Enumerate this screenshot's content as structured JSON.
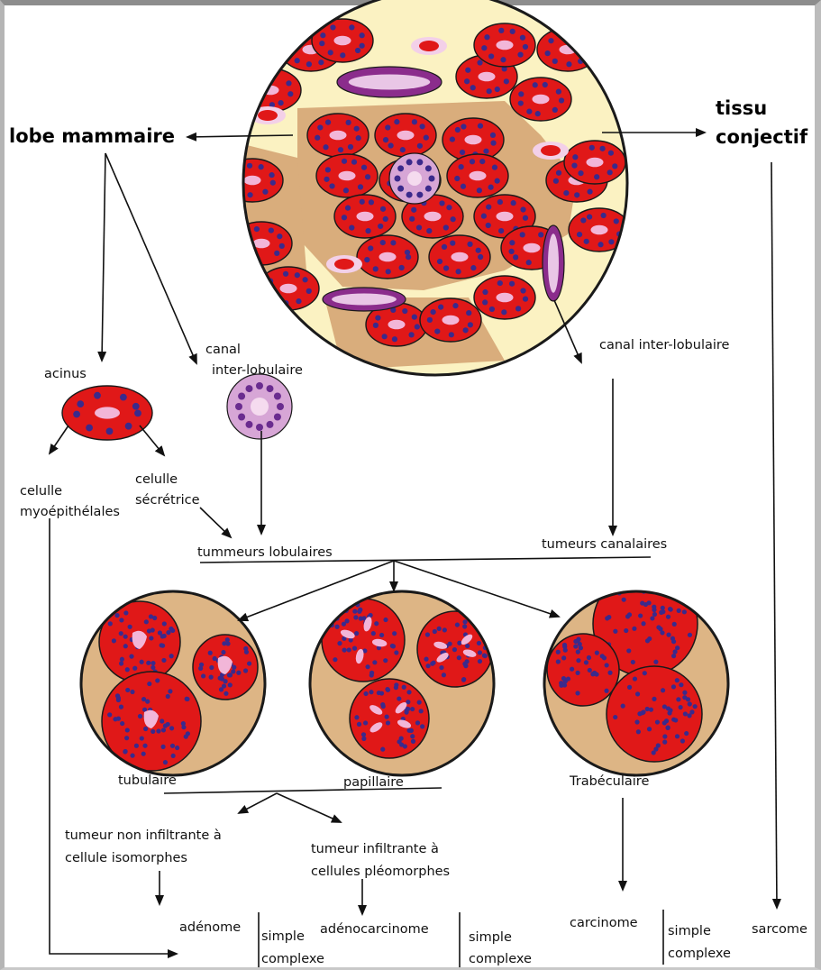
{
  "labels": {
    "lobe_mammaire": "lobe mammaire",
    "tissu": "tissu",
    "conjectif": "conjectif",
    "acinus": "acinus",
    "canal_left_1": "canal",
    "canal_left_2": "inter-lobulaire",
    "canal_right": "canal inter-lobulaire",
    "celulle_myo_1": "celulle",
    "celulle_myo_2": "myoépithélales",
    "celulle_sec_1": "celulle",
    "celulle_sec_2": "sécrétrice",
    "tummeurs_lobulaires": "tummeurs lobulaires",
    "tumeurs_canalaires": "tumeurs canalaires",
    "tubulaire": "tubulaire",
    "papillaire": "papillaire",
    "trabeculaire": "Trabéculaire",
    "non_infiltrante_1": "tumeur non infiltrante à",
    "non_infiltrante_2": "cellule isomorphes",
    "infiltrante_1": "tumeur infiltrante à",
    "infiltrante_2": "cellules pléomorphes",
    "adenome": "adénome",
    "simple_1": "simple",
    "complexe_1": "complexe",
    "adenocarcinome": "adénocarcinome",
    "simple_2": "simple",
    "complexe_2": "complexe",
    "carcinome": "carcinome",
    "simple_3": "simple",
    "complexe_3": "complexe",
    "sarcome": "sarcome"
  },
  "colors": {
    "tissue_background": "#fbf2c2",
    "lobe_stroma": "#d9ad7c",
    "acinus_fill": "#e01818",
    "nucleus": "#3a2a8c",
    "lumen": "#f2b6d8",
    "duct_wall": "#8b2c8c",
    "duct_lumen": "#e9c6e6",
    "tumor_stroma": "#ddb585",
    "outline": "#1a1a1a"
  }
}
